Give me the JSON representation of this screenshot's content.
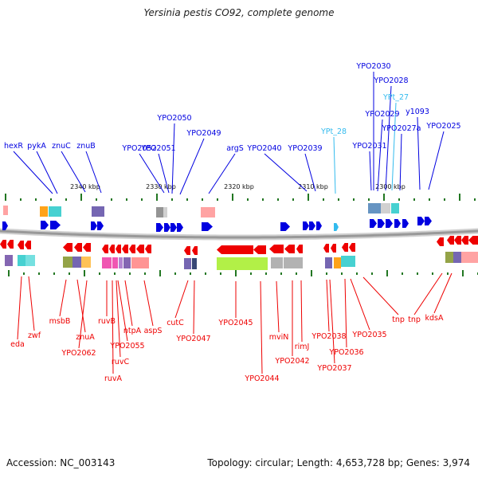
{
  "title": "Yersinia pestis CO92, complete genome",
  "footer": {
    "accession": "Accession: NC_003143",
    "summary": "Topology: circular; Length: 4,653,728 bp; Genes: 3,974"
  },
  "colors": {
    "forward_strand": "#0000e0",
    "reverse_strand": "#ee0000",
    "rna_label": "#33bbee",
    "backbone": "#999999",
    "tick": "#227722"
  },
  "scale_labels": [
    "2340 kbp",
    "2330 kbp",
    "2320 kbp",
    "2310 kbp",
    "2300 kbp"
  ],
  "top_labels": [
    "YPO2030",
    "YPO2028",
    "YPt_27",
    "YPO2029",
    "y1093",
    "YPO2027a",
    "YPO2025",
    "YPO2050",
    "YPt_28",
    "YPO2049",
    "hexR",
    "pykA",
    "znuC",
    "znuB",
    "YPO2052",
    "YPO2051",
    "argS",
    "YPO2040",
    "YPO2039",
    "YPO2031"
  ],
  "bottom_labels": [
    "eda",
    "zwf",
    "msbB",
    "znuA",
    "YPO2062",
    "ruvB",
    "ntpA",
    "aspS",
    "YPO2055",
    "ruvC",
    "ruvA",
    "cutC",
    "YPO2047",
    "YPO2045",
    "YPO2044",
    "mviN",
    "rimJ",
    "YPO2042",
    "YPO2038",
    "YPO2036",
    "YPO2037",
    "YPO2035",
    "tnp",
    "tnp",
    "kdsA"
  ]
}
